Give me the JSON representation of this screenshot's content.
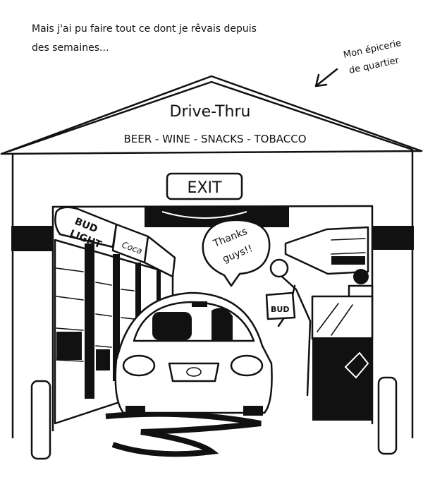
{
  "caption": {
    "line1": "Mais j'ai pu faire tout ce dont je rêvais depuis",
    "line2": "des semaines..."
  },
  "annotation": {
    "line1": "Mon épicerie",
    "line2": "de quartier"
  },
  "storefront": {
    "title": "Drive-Thru",
    "subtitle": "BEER - WINE - SNACKS - TOBACCO",
    "exit_sign": "EXIT"
  },
  "signs": {
    "bud_light_line1": "BUD",
    "bud_light_line2": "LIGHT",
    "coca": "Coca"
  },
  "speech_bubble": {
    "line1": "Thanks",
    "line2": "guys!!"
  },
  "bag_label": "BUD"
}
